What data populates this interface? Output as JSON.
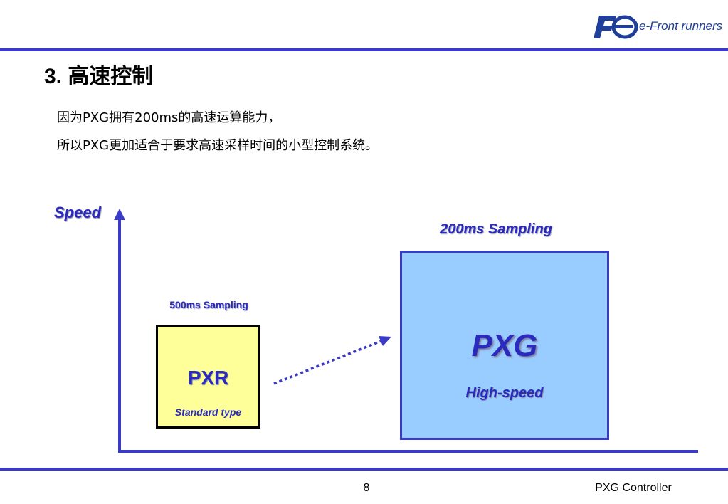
{
  "header": {
    "logo_text": "e-Front runners",
    "title": "3. 高速控制"
  },
  "description": {
    "line1": "因为PXG拥有200ms的高速运算能力，",
    "line2": "所以PXG更加适合于要求高速采样时间的小型控制系统。"
  },
  "diagram": {
    "axis_label": "Speed",
    "pxr": {
      "sampling": "500ms Sampling",
      "name": "PXR",
      "type": "Standard type"
    },
    "pxg": {
      "sampling": "200ms Sampling",
      "name": "PXG",
      "type": "High-speed"
    }
  },
  "footer": {
    "page_number": "8",
    "title": "PXG Controller"
  },
  "colors": {
    "accent": "#3a3ac8",
    "text_blue": "#2a2abf",
    "pxr_fill": "#ffff99",
    "pxg_fill": "#99ccff"
  }
}
